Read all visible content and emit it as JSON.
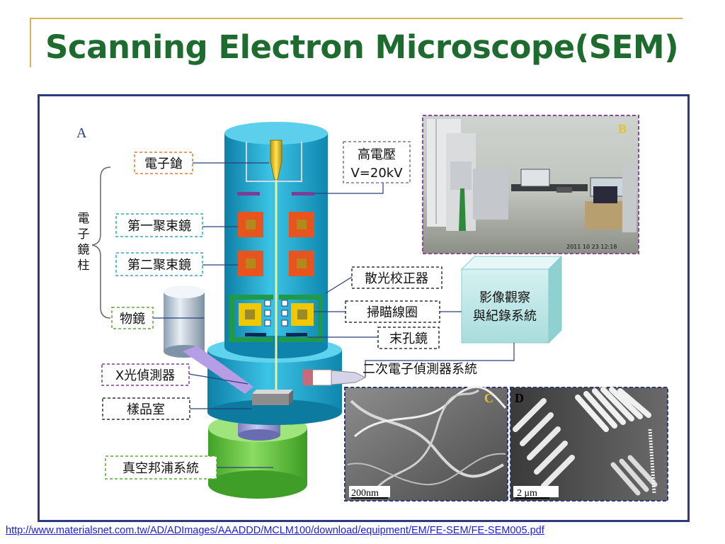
{
  "slide": {
    "title": "Scanning Electron Microscope(SEM)",
    "source_url": "http://www.materialsnet.com.tw/AD/ADImages/AAADDD/MCLM100/download/equipment/EM/FE-SEM/FE-SEM005.pdf"
  },
  "figure": {
    "panel_a_letter": "A",
    "panel_b_letter": "B",
    "panel_c_letter": "C",
    "panel_d_letter": "D",
    "labels": {
      "electron_gun": "電子鎗",
      "high_voltage_line1": "高電壓",
      "high_voltage_line2": "V=20kV",
      "column_c1": "電",
      "column_c2": "子",
      "column_c3": "鏡",
      "column_c4": "柱",
      "condenser_1": "第一聚束鏡",
      "condenser_2": "第二聚束鏡",
      "stigmator": "散光校正器",
      "scan_coil": "掃瞄線圈",
      "final_aperture": "末孔鏡",
      "objective_lens": "物鏡",
      "xray_detector": "X光偵測器",
      "secondary_detector": "二次電子偵測器系統",
      "sample_chamber": "樣品室",
      "vacuum_pump": "真空邦浦系統",
      "imaging_line1": "影像觀察",
      "imaging_line2": "與紀錄系統"
    },
    "photo_b_timestamp": "2011 10 23  12:18",
    "scale_c": "200nm",
    "scale_d": "2 μm"
  },
  "colors": {
    "title_green": "#1d6b2e",
    "frame_navy": "#2a3a7c",
    "column_blue": "#1ea6cc",
    "lens_orange": "#e8541e",
    "scan_yellow": "#f0c800",
    "pump_green": "#5cc23a",
    "link_blue": "#1a1aee"
  }
}
